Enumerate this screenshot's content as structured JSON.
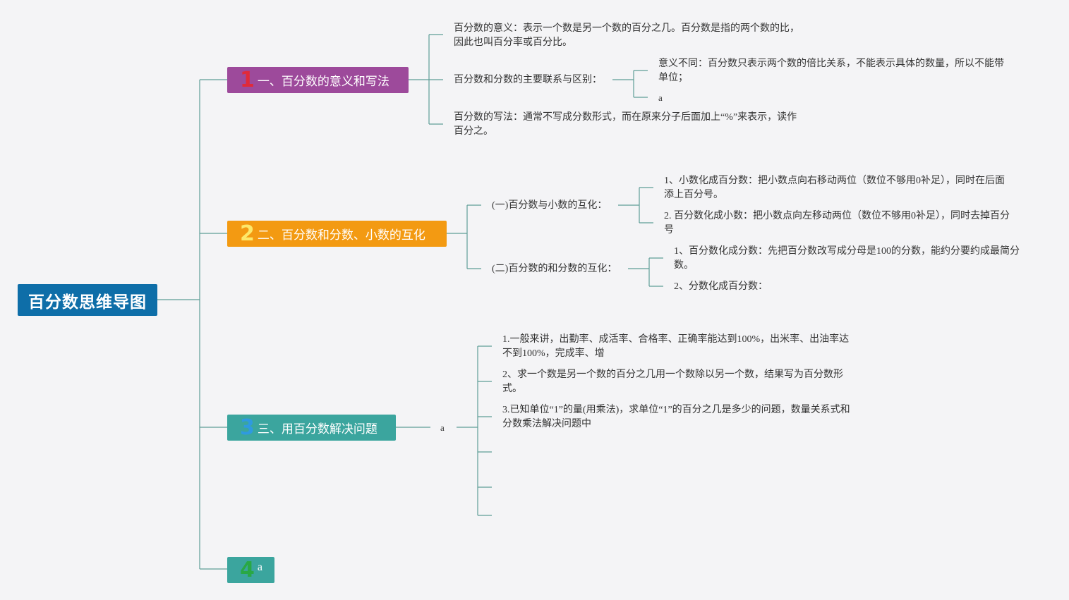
{
  "root": {
    "title": "百分数思维导图"
  },
  "branches": [
    {
      "num": "1",
      "label": "一、百分数的意义和写法",
      "items": [
        {
          "text1": "百分数的意义：表示一个数是另一个数的百分之几。百分数是指的两个数的比，",
          "text2": "因此也叫百分率或百分比。"
        },
        {
          "text": "百分数和分数的主要联系与区别：",
          "children": [
            {
              "text1": "意义不同：百分数只表示两个数的倍比关系，不能表示具体的数量，所以不能带",
              "text2": "单位；"
            },
            {
              "text": "a"
            }
          ]
        },
        {
          "text1": "百分数的写法：通常不写成分数形式，而在原来分子后面加上“%”来表示，读作",
          "text2": "百分之。"
        }
      ]
    },
    {
      "num": "2",
      "label": "二、百分数和分数、小数的互化",
      "items": [
        {
          "text": "(一)百分数与小数的互化：",
          "children": [
            {
              "text1": "1、小数化成百分数：把小数点向右移动两位（数位不够用0补足），同时在后面",
              "text2": "添上百分号。"
            },
            {
              "text1": "2. 百分数化成小数：把小数点向左移动两位（数位不够用0补足），同时去掉百分",
              "text2": "号"
            }
          ]
        },
        {
          "text": "(二)百分数的和分数的互化：",
          "children": [
            {
              "text1": "1、百分数化成分数：先把百分数改写成分母是100的分数，能约分要约成最简分",
              "text2": "数。"
            },
            {
              "text": "2、分数化成百分数："
            }
          ]
        }
      ]
    },
    {
      "num": "3",
      "label": "三、用百分数解决问题",
      "mid": "a",
      "items": [
        {
          "text1": "1.一般来讲，出勤率、成活率、合格率、正确率能达到100%，出米率、出油率达",
          "text2": "不到100%，完成率、增"
        },
        {
          "text1": "2、求一个数是另一个数的百分之几用一个数除以另一个数，结果写为百分数形",
          "text2": "式。"
        },
        {
          "text1": "3.已知单位“1”的量(用乘法)，求单位“1”的百分之几是多少的问题，数量关系式和",
          "text2": "分数乘法解决问题中"
        }
      ]
    },
    {
      "num": "4",
      "label": "a"
    }
  ],
  "colors": {
    "line": "#5e9d97",
    "root": "#0e6ea8",
    "b1": "#9d4a9b",
    "b2": "#f39a12",
    "b3": "#3ba59e",
    "b4": "#3ba59e"
  }
}
